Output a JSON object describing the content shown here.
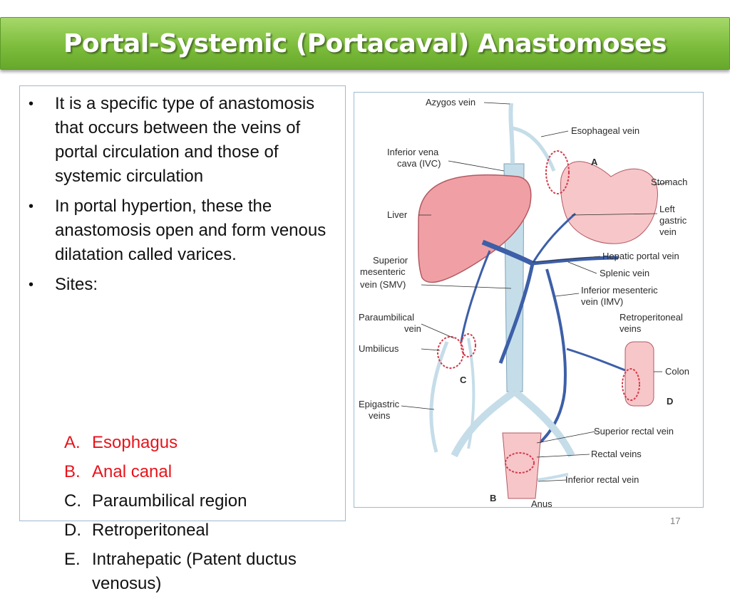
{
  "title": "Portal-Systemic (Portacaval) Anastomoses",
  "bullets": [
    "It is a specific type of anastomosis that occurs between the veins of portal circulation and those of systemic circulation",
    "In portal hypertion, these the anastomosis open and form venous dilatation called varices.",
    "Sites:"
  ],
  "sites": [
    {
      "marker": "A.",
      "text": "Esophagus",
      "color": "#e8131b"
    },
    {
      "marker": "B.",
      "text": "Anal canal",
      "color": "#e8131b"
    },
    {
      "marker": "C.",
      "text": "Paraumbilical region",
      "color": "#111111"
    },
    {
      "marker": "D.",
      "text": "Retroperitoneal",
      "color": "#111111"
    },
    {
      "marker": "E.",
      "text": "Intrahepatic  (Patent ductus venosus)",
      "color": "#111111"
    }
  ],
  "diagram": {
    "labels": {
      "azygos": "Azygos vein",
      "esophageal": "Esophageal vein",
      "ivc_1": "Inferior vena",
      "ivc_2": "cava (IVC)",
      "stomach": "Stomach",
      "left_gastric_1": "Left",
      "left_gastric_2": "gastric",
      "left_gastric_3": "vein",
      "liver": "Liver",
      "hepatic_portal": "Hepatic portal vein",
      "smv_1": "Superior",
      "smv_2": "mesenteric",
      "smv_3": "vein (SMV)",
      "splenic": "Splenic vein",
      "imv_1": "Inferior mesenteric",
      "imv_2": "vein (IMV)",
      "paraumbilical_1": "Paraumbilical",
      "paraumbilical_2": "vein",
      "retroperitoneal_1": "Retroperitoneal",
      "retroperitoneal_2": "veins",
      "umbilicus": "Umbilicus",
      "colon": "Colon",
      "epigastric_1": "Epigastric",
      "epigastric_2": "veins",
      "superior_rectal": "Superior rectal vein",
      "rectal": "Rectal veins",
      "inferior_rectal": "Inferior rectal vein",
      "anus": "Anus",
      "site_a": "A",
      "site_b": "B",
      "site_c": "C",
      "site_d": "D"
    },
    "colors": {
      "systemic_vein": "#c5dde9",
      "portal_vein": "#3d5fa8",
      "liver": "#f0a0a5",
      "anastomosis_ring": "#d43a4a"
    }
  },
  "page_number": "17"
}
